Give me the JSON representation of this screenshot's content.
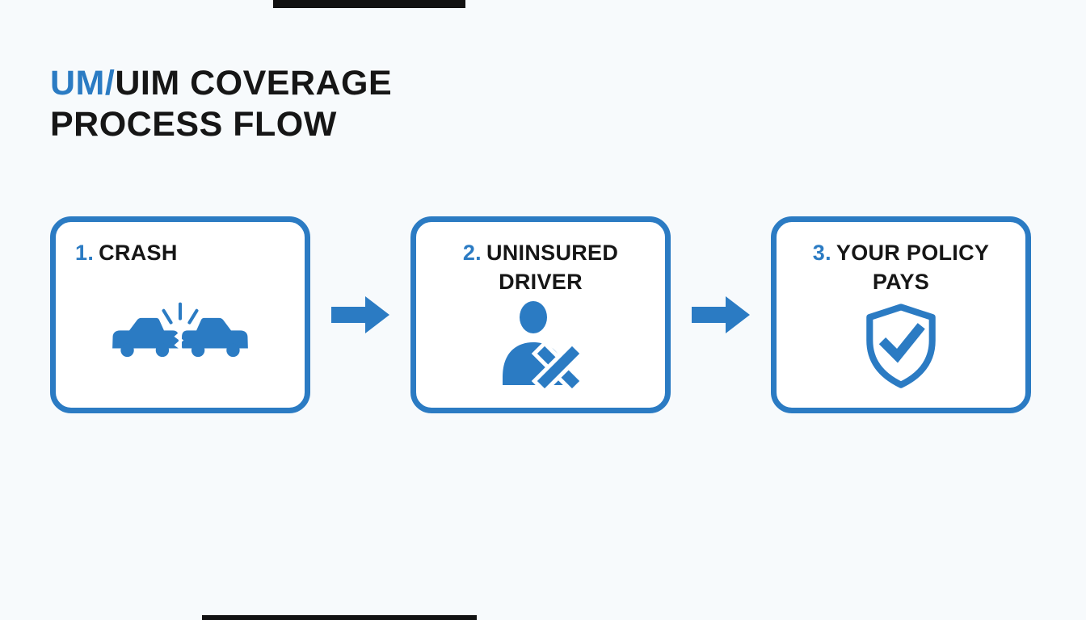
{
  "title": {
    "highlight": "UM/",
    "rest": "UIM COVERAGE",
    "line2": "PROCESS FLOW"
  },
  "colors": {
    "accent": "#2B7BC3",
    "text": "#161616",
    "background": "#F7FAFC",
    "box_background": "#FFFFFF"
  },
  "steps": [
    {
      "number": "1.",
      "label": "CRASH",
      "icon": "car-crash-icon"
    },
    {
      "number": "2.",
      "label": "UNINSURED DRIVER",
      "icon": "person-x-icon"
    },
    {
      "number": "3.",
      "label": "YOUR POLICY PAYS",
      "icon": "shield-check-icon"
    }
  ],
  "connectors": [
    {
      "icon": "arrow-right-icon"
    },
    {
      "icon": "arrow-right-icon"
    }
  ]
}
